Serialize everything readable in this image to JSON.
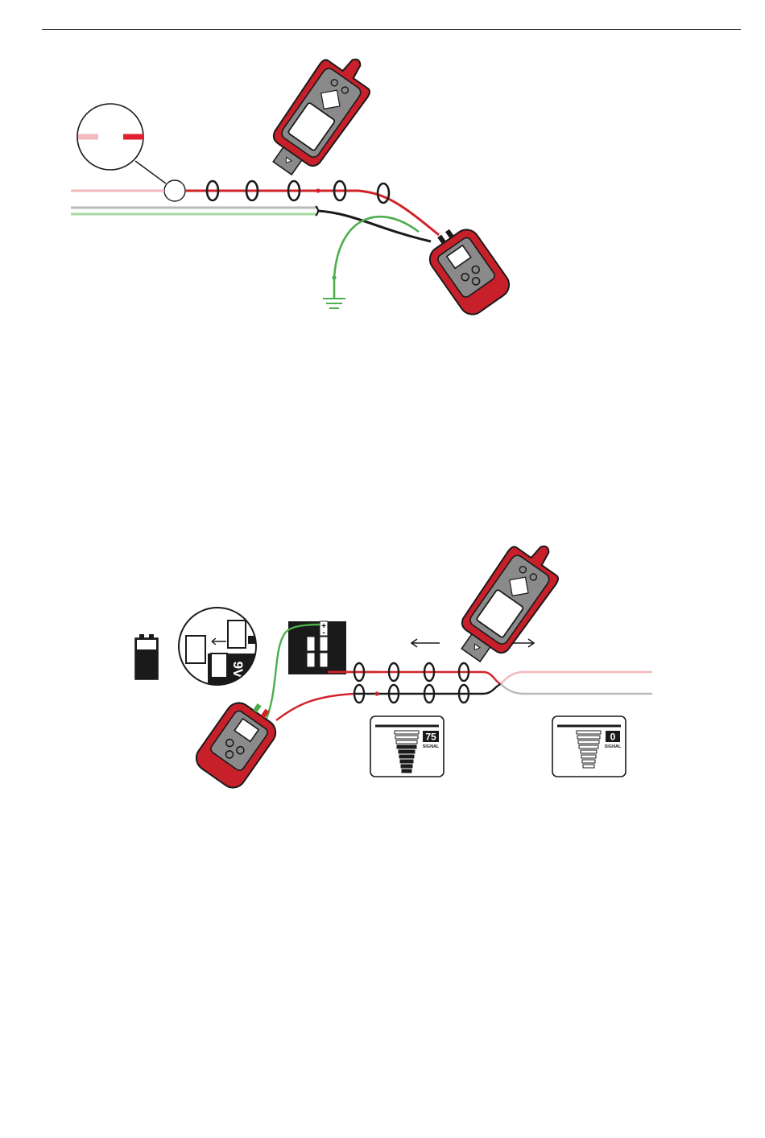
{
  "colors": {
    "red_wire": "#d2232a",
    "pink_wire": "#f3b9bd",
    "grey_wire": "#b9b9b9",
    "green_wire": "#4cae4c",
    "light_green_wire": "#a9d9a3",
    "black_wire": "#1a1a1a",
    "device_body": "#c8202a",
    "device_panel": "#8a8a8a"
  },
  "figure2": {
    "battery_label": "9V",
    "battery_plus": "+",
    "battery_minus": "-",
    "left_screen": {
      "value": "75",
      "label": "SIGNAL"
    },
    "right_screen": {
      "value": "0",
      "label": "SIGNAL"
    }
  }
}
